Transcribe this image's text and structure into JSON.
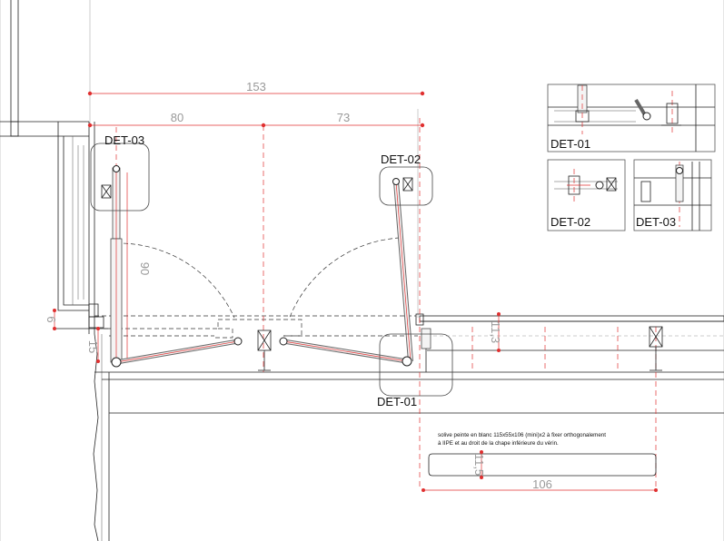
{
  "dimensions": {
    "total_width": "153",
    "left_width": "80",
    "right_width": "73",
    "radius": "90",
    "left_offset_top": "6",
    "left_offset_bottom": "15",
    "right_height": "11,3",
    "beam_height": "11,5",
    "beam_length": "106"
  },
  "details": {
    "det01": "DET-01",
    "det02": "DET-02",
    "det03": "DET-03"
  },
  "insets": {
    "det01": "DET-01",
    "det02": "DET-02",
    "det03": "DET-03"
  },
  "note": {
    "line1": "solive peinte en blanc 115x55x106 (mini)x2 à fixer orthogonalement",
    "line2": "à IIPE et au droit de la chape inférieure du vérin."
  },
  "colors": {
    "line": "#222222",
    "dimension": "#e03030",
    "dimension_text": "#999999"
  }
}
